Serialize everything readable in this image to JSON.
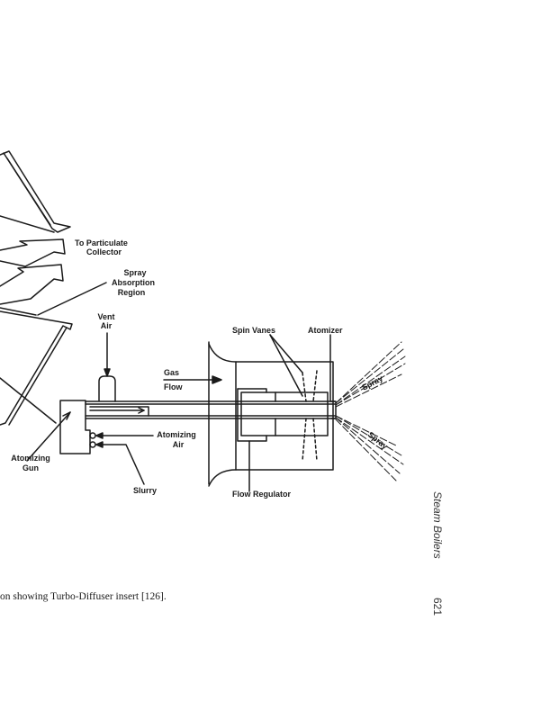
{
  "figure": {
    "labels": {
      "to_particulate": [
        "To Particulate",
        "Collector"
      ],
      "spray_absorption": [
        "Spray",
        "Absorption",
        "Region"
      ],
      "vent_air": [
        "Vent",
        "Air"
      ],
      "gas_flow": [
        "Gas",
        "Flow"
      ],
      "spin_vanes": "Spin Vanes",
      "atomizer": "Atomizer",
      "spray_upper": "Spray",
      "spray_lower": "Spray",
      "atomizing_air": [
        "Atomizing",
        "Air"
      ],
      "atomizing_gun": [
        "Atomizing",
        "Gun"
      ],
      "slurry": "Slurry",
      "flow_regulator": "Flow Regulator"
    },
    "caption": "on showing Turbo-Diffuser insert [126]."
  },
  "running_head": {
    "title": "Steam Boilers",
    "page_number": "621"
  }
}
